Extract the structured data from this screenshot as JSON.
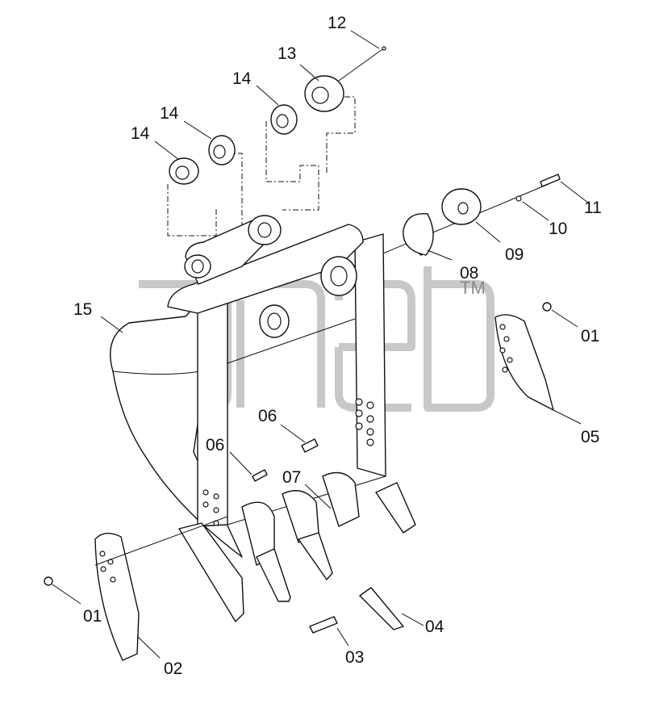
{
  "labels": {
    "l01a": "01",
    "l01b": "01",
    "l02": "02",
    "l03": "03",
    "l04": "04",
    "l05": "05",
    "l06a": "06",
    "l06b": "06",
    "l07": "07",
    "l08": "08",
    "l09": "09",
    "l10": "10",
    "l11": "11",
    "l12": "12",
    "l13": "13",
    "l14a": "14",
    "l14b": "14",
    "l14c": "14",
    "l15": "15"
  },
  "watermark": {
    "tm": "TM"
  }
}
